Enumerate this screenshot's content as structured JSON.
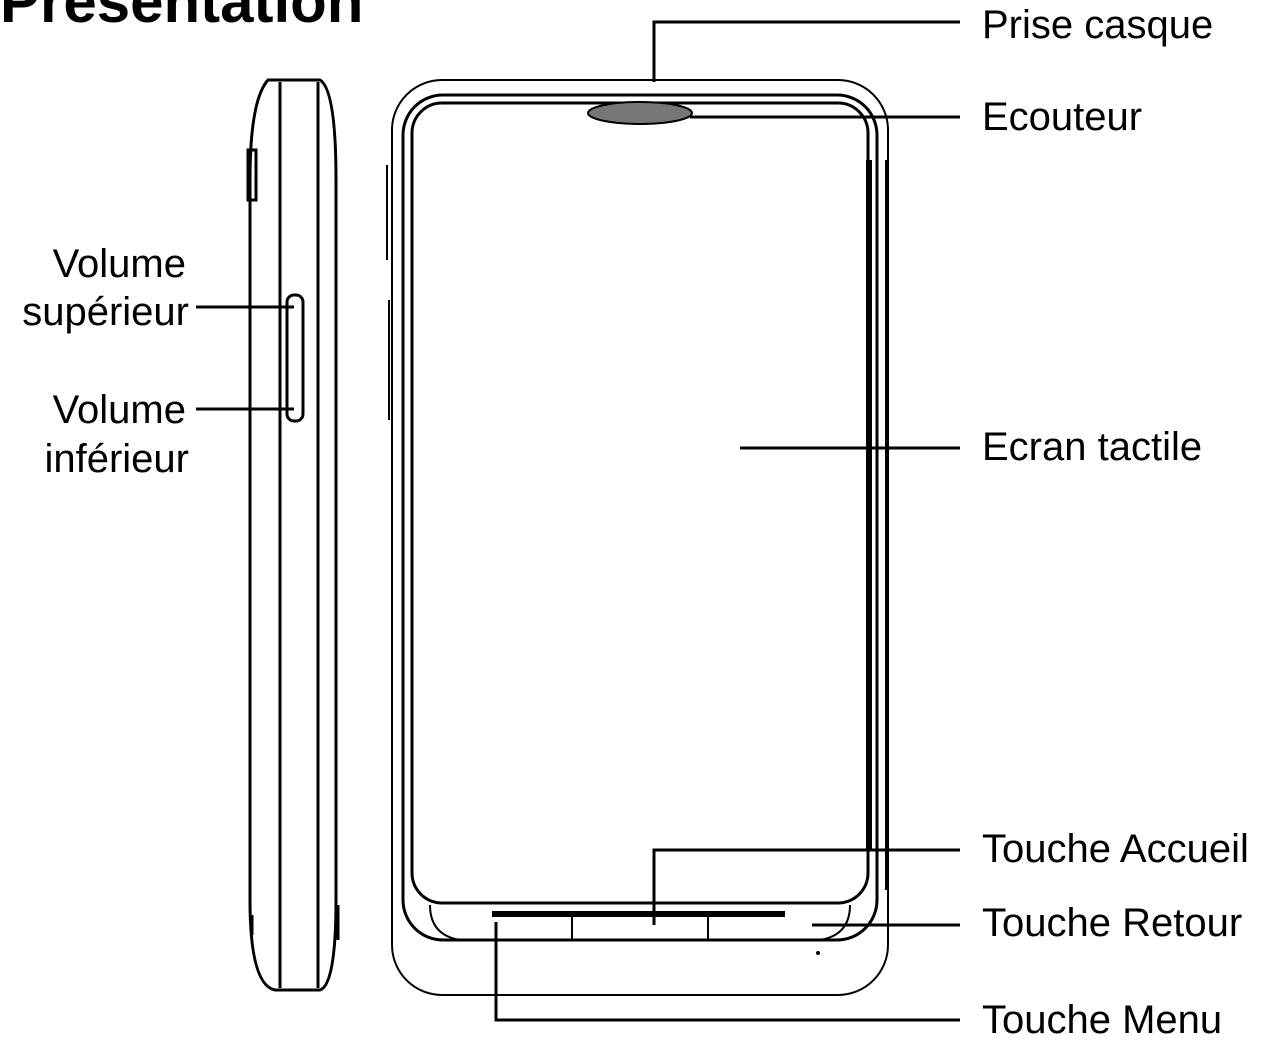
{
  "title": "Présentation",
  "labels": {
    "prise_casque": "Prise casque",
    "ecouteur": "Ecouteur",
    "ecran_tactile": "Ecran tactile",
    "touche_accueil": "Touche Accueil",
    "touche_retour": "Touche Retour",
    "touche_menu": "Touche Menu",
    "volume_superieur_1": "Volume",
    "volume_superieur_2": "supérieur",
    "volume_inferieur_1": "Volume",
    "volume_inferieur_2": "inférieur"
  }
}
